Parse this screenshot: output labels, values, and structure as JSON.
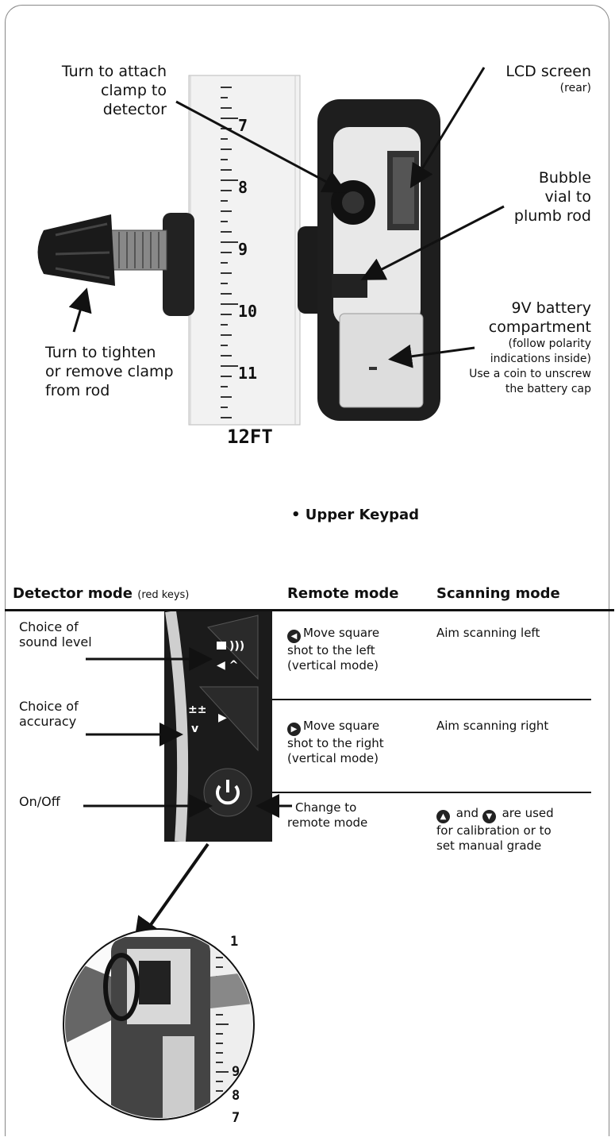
{
  "labels": {
    "attach_clamp": [
      "Turn to attach",
      "clamp to",
      "detector"
    ],
    "lcd_screen": "LCD screen",
    "lcd_rear": "(rear)",
    "bubble_vial": [
      "Bubble",
      "vial to",
      "plumb rod"
    ],
    "battery_title": [
      "9V battery",
      "compartment"
    ],
    "battery_note": [
      "(follow polarity",
      "indications inside)",
      "Use a coin to unscrew",
      "the battery cap"
    ],
    "tighten_clamp": [
      "Turn to tighten",
      "or remove clamp",
      "from rod"
    ]
  },
  "rod_ticks": [
    "7",
    "8",
    "9",
    "10",
    "11",
    "12FT"
  ],
  "zoom_ticks": [
    "1",
    "9",
    "8",
    "7"
  ],
  "section_title": "• Upper Keypad",
  "table": {
    "headers": {
      "detector": "Detector mode",
      "detector_note": "(red keys)",
      "remote": "Remote mode",
      "scanning": "Scanning mode"
    },
    "detector_rows": [
      [
        "Choice of",
        "sound level"
      ],
      [
        "Choice of",
        "accuracy"
      ],
      [
        "On/Off"
      ]
    ],
    "remote_rows": [
      [
        "Move square",
        "shot to the left",
        "(vertical mode)"
      ],
      [
        "Move square",
        "shot to the right",
        "(vertical mode)"
      ],
      [
        "Change to",
        "remote mode"
      ]
    ],
    "scanning_rows": [
      [
        "Aim scanning left"
      ],
      [
        "Aim scanning right"
      ],
      [
        "and",
        "are used",
        "for calibration or to",
        "set manual grade"
      ]
    ]
  },
  "colors": {
    "text": "#111111",
    "frame": "#888888",
    "rod": "#f2f2f2",
    "detector_body": "#1e1e1e"
  },
  "icons": [
    "arrow-left-key-icon",
    "arrow-right-key-icon",
    "arrow-up-key-icon",
    "arrow-down-key-icon",
    "power-icon",
    "sound-icon",
    "accuracy-icon"
  ]
}
